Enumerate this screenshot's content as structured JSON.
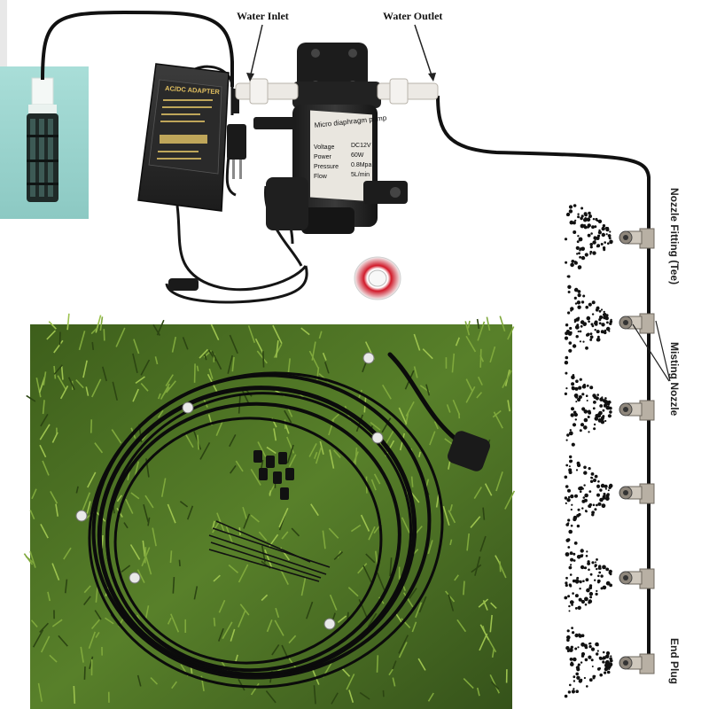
{
  "labels": {
    "water_inlet": "Water Inlet",
    "water_outlet": "Water Outlet",
    "nozzle_fitting": "Nozzle Fitting (Tee)",
    "misting_nozzle": "Misting Nozzle",
    "end_plug": "End Plug"
  },
  "adapter": {
    "title": "AC/DC ADAPTER"
  },
  "pump": {
    "title": "Micro diaphragm pump",
    "specs": [
      {
        "name": "Voltage",
        "value": "DC12V"
      },
      {
        "name": "Power",
        "value": "60W"
      },
      {
        "name": "Pressure",
        "value": "0.8Mpa"
      },
      {
        "name": "Flow",
        "value": "5L/min"
      }
    ]
  },
  "colors": {
    "hose": "#111111",
    "grass_dark": "#2f4a16",
    "grass_light": "#7fa83c",
    "filter_bg": "#9ad2cc",
    "nozzle_fitting": "#b8b0a4"
  }
}
